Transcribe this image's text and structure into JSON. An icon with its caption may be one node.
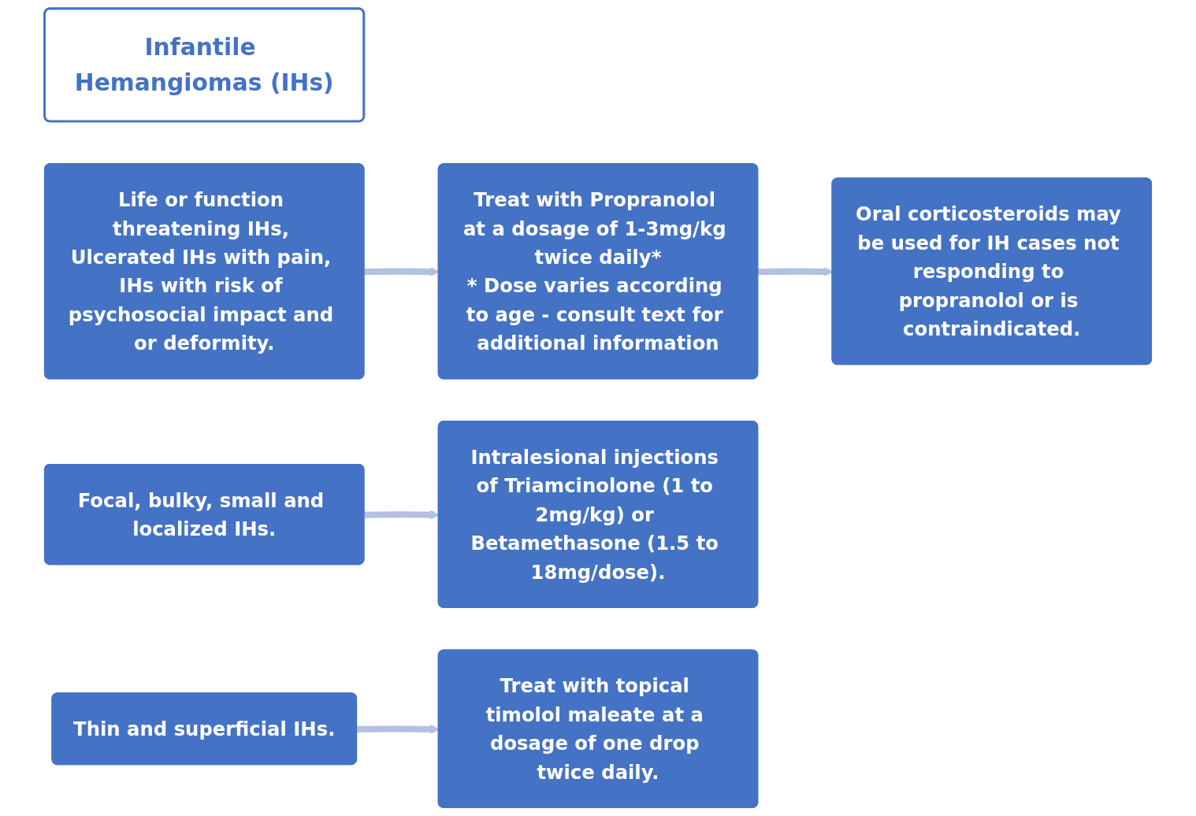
{
  "diagram": {
    "nodes": [
      {
        "text": [
          "Infantile Hemangiomas (IHs)"
        ]
      },
      {
        "text": [
          "Life or function threatening IHs, Ulcerated IHs with pain, IHs with risk of psychosocial impact and or deformity."
        ]
      },
      {
        "text": [
          "Treat with Propranolol at a dosage of 1-3mg/kg twice daily*",
          "* Dose varies according to age - consult text for additional information"
        ]
      },
      {
        "text": [
          "Oral corticosteroids may be used for IH cases not responding to propranolol or is contraindicated."
        ]
      },
      {
        "text": [
          "Focal, bulky, small and localized IHs."
        ]
      },
      {
        "text": [
          "Intralesional injections of Triamcinolone (1 to 2mg/kg) or Betamethasone (1.5 to 18mg/dose)."
        ]
      },
      {
        "text": [
          "Thin and superficial IHs."
        ]
      },
      {
        "text": [
          "Treat with topical timolol maleate at a dosage of one drop twice daily."
        ]
      }
    ],
    "edges": [
      {
        "from": 1,
        "to": 2,
        "arrow": "to"
      },
      {
        "from": 2,
        "to": 3,
        "arrow": "to"
      },
      {
        "from": 4,
        "to": 5,
        "arrow": "to"
      },
      {
        "from": 6,
        "to": 7,
        "arrow": "to"
      }
    ]
  }
}
